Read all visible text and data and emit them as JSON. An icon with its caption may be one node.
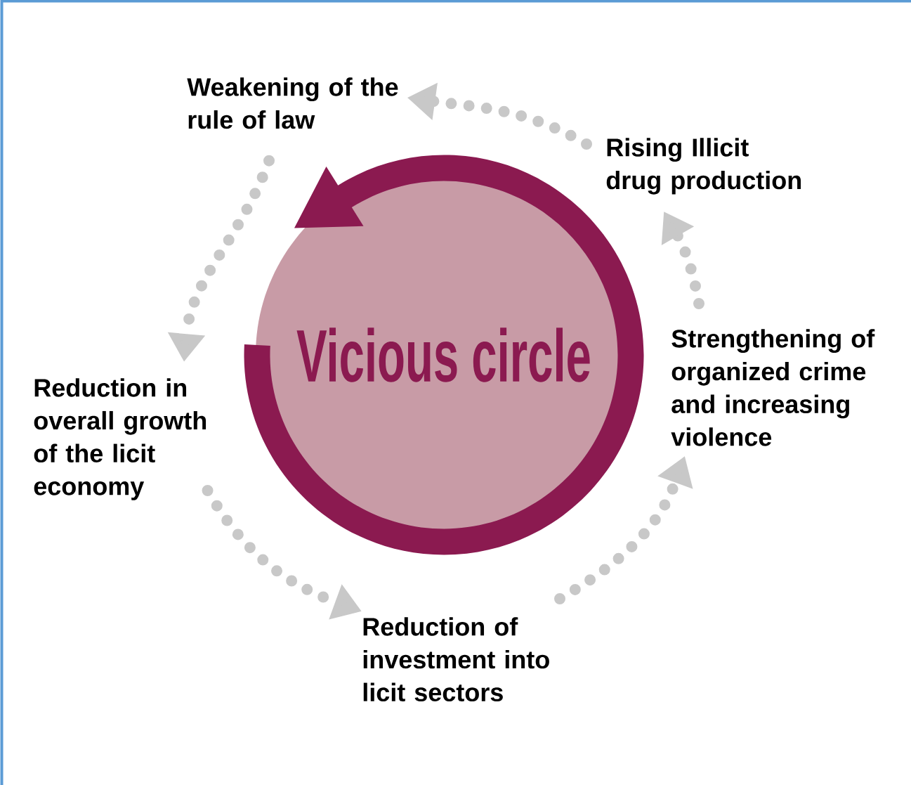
{
  "diagram": {
    "nodes": [
      {
        "text": [
          "Vicious circle"
        ]
      },
      {
        "text": [
          "Weakening of the rule of law"
        ]
      },
      {
        "text": [
          "Rising Illicit drug production"
        ]
      },
      {
        "text": [
          "Strengthening of organized crime and increasing violence"
        ]
      },
      {
        "text": [
          "Reduction of investment into licit sectors"
        ]
      },
      {
        "text": [
          "Reduction in overall growth of the licit economy"
        ]
      }
    ],
    "edges": [
      {
        "from": 2,
        "to": 1,
        "arrow": "to"
      },
      {
        "from": 3,
        "to": 2,
        "arrow": "to"
      },
      {
        "from": 4,
        "to": 3,
        "arrow": "to"
      },
      {
        "from": 5,
        "to": 4,
        "arrow": "to"
      },
      {
        "from": 1,
        "to": 5,
        "arrow": "to"
      }
    ]
  }
}
